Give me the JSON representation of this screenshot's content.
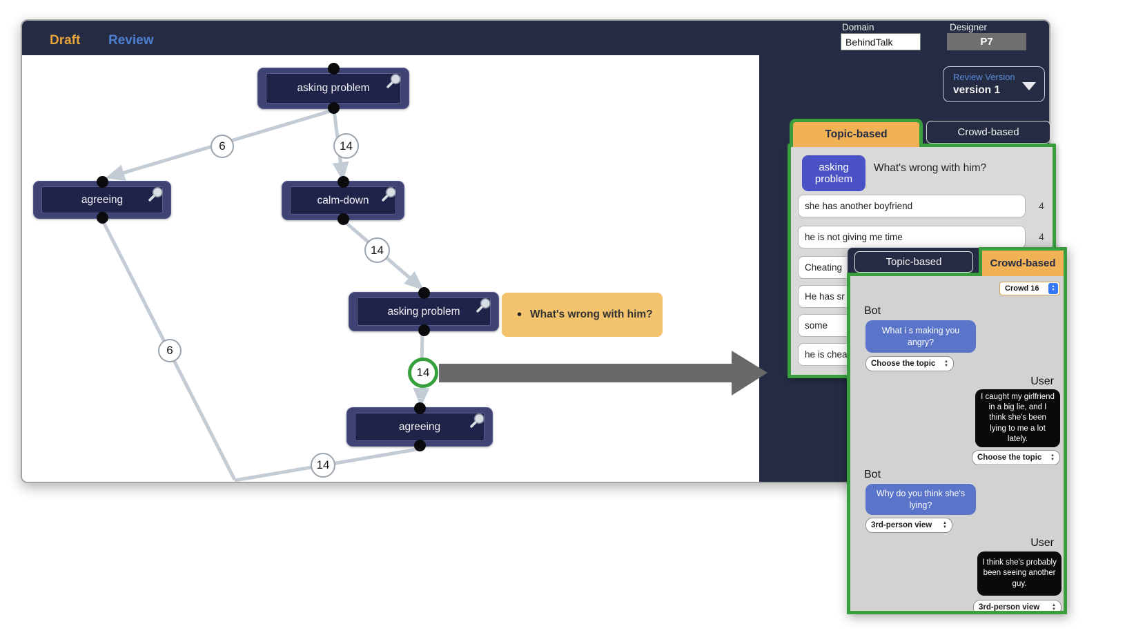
{
  "header": {
    "tabs": [
      "Draft",
      "Review"
    ],
    "domain_label": "Domain",
    "domain_value": "BehindTalk",
    "designer_label": "Designer",
    "designer_value": "P7"
  },
  "sidebar": {
    "review_version_label": "Review Version",
    "review_version_value": "version 1"
  },
  "graph": {
    "nodes": [
      {
        "label": "asking problem"
      },
      {
        "label": "agreeing"
      },
      {
        "label": "calm-down"
      },
      {
        "label": "asking problem"
      },
      {
        "label": "agreeing"
      }
    ],
    "edge_labels": [
      "6",
      "14",
      "14",
      "14",
      "6",
      "14"
    ],
    "tooltip": "What's wrong with him?"
  },
  "topic_panel": {
    "tab_topic": "Topic-based",
    "tab_crowd": "Crowd-based",
    "chip": "asking problem",
    "question": "What's wrong with him?",
    "items": [
      {
        "text": "she has another boyfriend",
        "count": "4"
      },
      {
        "text": "he is not giving me time",
        "count": "4"
      },
      {
        "text": "Cheating",
        "count": ""
      },
      {
        "text": "He has sr",
        "count": ""
      },
      {
        "text": "some",
        "count": ""
      },
      {
        "text": "he is chea",
        "count": ""
      }
    ]
  },
  "crowd_panel": {
    "tab_topic": "Topic-based",
    "tab_crowd": "Crowd-based",
    "crowd_select": "Crowd 16",
    "messages": [
      {
        "role": "Bot",
        "text": "What i s making you angry?",
        "select": "Choose the topic"
      },
      {
        "role": "User",
        "text": "I caught my girlfriend in a big lie, and I think she's been lying to me a lot lately.",
        "select": "Choose the topic"
      },
      {
        "role": "Bot",
        "text": "Why do you think she's lying?",
        "select": "3rd-person view"
      },
      {
        "role": "User",
        "text": "I think she's probably been seeing another guy.",
        "select": "3rd-person view"
      }
    ]
  },
  "colors": {
    "accent_orange": "#F0B254",
    "accent_blue": "#4D7FD0",
    "accent_green": "#3A9E3F",
    "navy": "#252B42",
    "node_fill": "#3E4374",
    "node_inner": "#1F2349",
    "bubble_blue": "#5A74C9",
    "bubble_black": "#0A0A0A",
    "tooltip_yellow": "#F3C36D",
    "panel_gray": "#D2D2D2",
    "arrow_gray": "#696969"
  }
}
